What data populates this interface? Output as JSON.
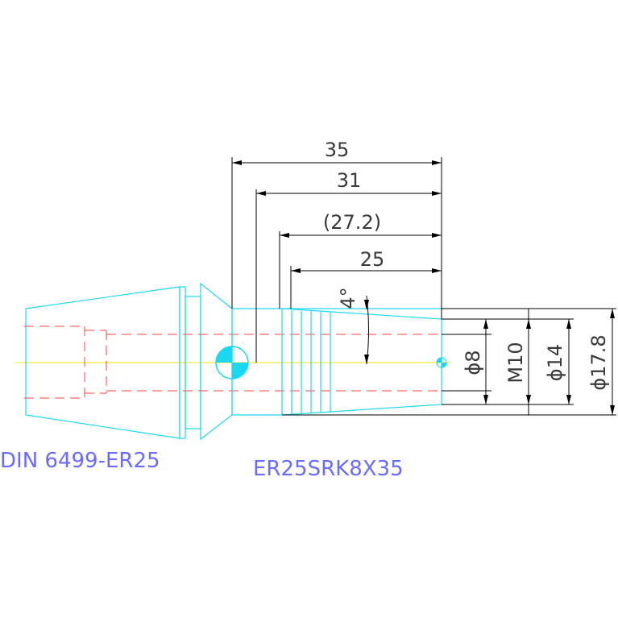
{
  "dimensions": {
    "overall_length": "35",
    "length_31": "31",
    "length_27": "(27.2)",
    "length_25": "25",
    "angle": "4°",
    "dia_8": "ϕ8",
    "thread": "M10",
    "dia_14": "ϕ14",
    "dia_17_8": "ϕ17.8"
  },
  "labels": {
    "collet_standard": "DIN 6499-ER25",
    "part_number": "ER25SRK8X35"
  },
  "colors": {
    "outline": "#1ad8f0",
    "hidden_lines": "#ff4040",
    "centerline": "#f2e600",
    "dimension": "#000000",
    "label": "#6b6bff"
  }
}
